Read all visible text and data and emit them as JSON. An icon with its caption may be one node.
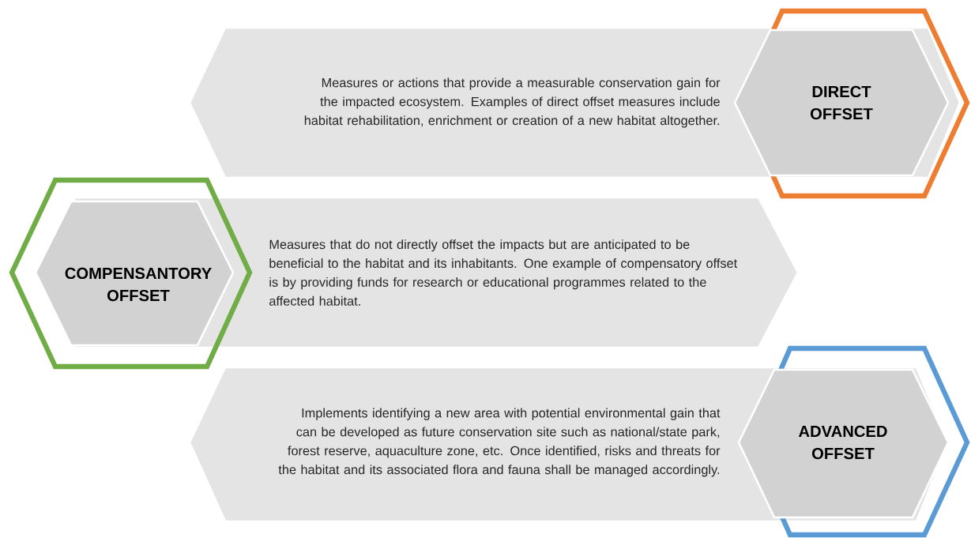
{
  "diagram": {
    "nodes": [
      {
        "text": [
          "Measures or actions that provide a measurable conservation gain for the impacted ecosystem. Examples of direct offset measures include habitat rehabilitation, enrichment or creation of a new habitat altogether."
        ]
      },
      {
        "text": [
          "DIRECT OFFSET"
        ]
      },
      {
        "text": [
          "COMPENSANTORY OFFSET"
        ]
      },
      {
        "text": [
          "Measures that do not directly offset the impacts but are anticipated to be beneficial to the habitat and its inhabitants. One example of compensatory offset is by providing funds for research or educational programmes related to the affected habitat."
        ]
      },
      {
        "text": [
          "Implements identifying a new area with potential environmental gain that can be developed as future conservation site such as national/state park, forest reserve, aquaculture zone, etc. Once identified, risks and threats for the habitat and its associated flora and fauna shall be managed accordingly."
        ]
      },
      {
        "text": [
          "ADVANCED OFFSET"
        ]
      }
    ]
  }
}
